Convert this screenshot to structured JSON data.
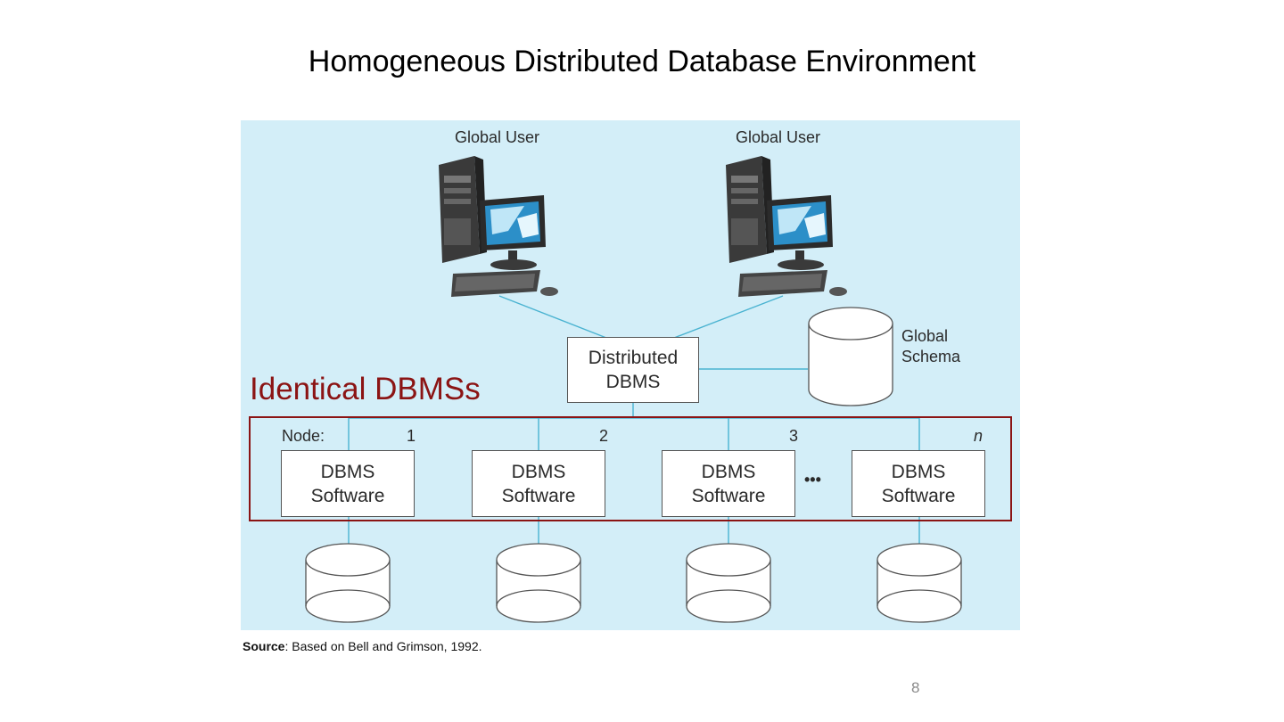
{
  "slide": {
    "title": "Homogeneous Distributed Database Environment",
    "page_number": "8"
  },
  "diagram": {
    "users": [
      {
        "label": "Global User"
      },
      {
        "label": "Global User"
      }
    ],
    "distributed_dbms": {
      "line1": "Distributed",
      "line2": "DBMS"
    },
    "global_schema": {
      "line1": "Global",
      "line2": "Schema"
    },
    "highlight_label": "Identical DBMSs",
    "node_prefix": "Node:",
    "nodes": [
      {
        "number": "1",
        "line1": "DBMS",
        "line2": "Software"
      },
      {
        "number": "2",
        "line1": "DBMS",
        "line2": "Software"
      },
      {
        "number": "3",
        "line1": "DBMS",
        "line2": "Software"
      },
      {
        "number": "n",
        "line1": "DBMS",
        "line2": "Software"
      }
    ],
    "ellipsis": "•••",
    "colors": {
      "background": "#d3eef8",
      "connector": "#4ab3d1",
      "highlight": "#8b1414"
    }
  },
  "caption": {
    "source_label": "Source",
    "source_text": ": Based on Bell and Grimson, 1992."
  }
}
